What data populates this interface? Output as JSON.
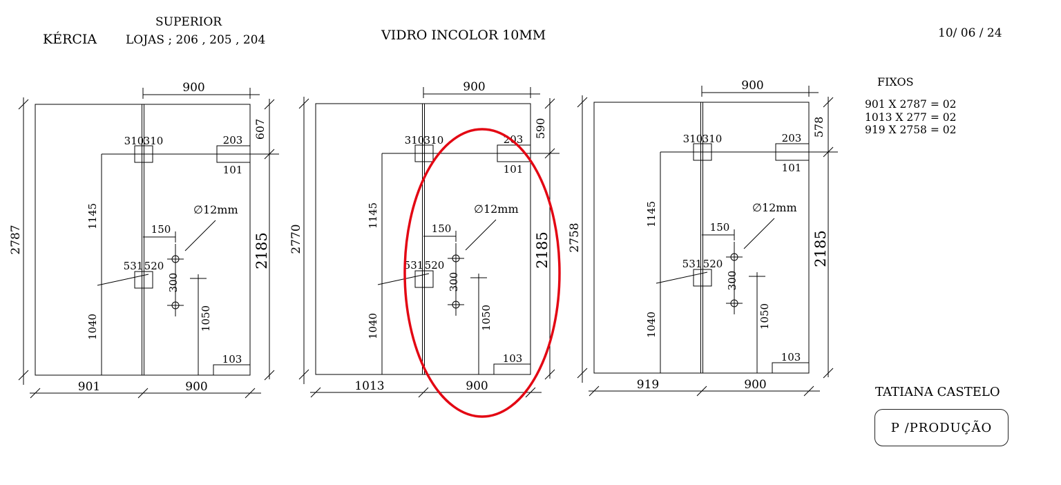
{
  "header": {
    "client": "KÉRCIA",
    "floor": "SUPERIOR",
    "stores": "LOJAS ; 206 , 205 , 204",
    "material": "VIDRO INCOLOR 10MM",
    "date": "10/ 06 / 24"
  },
  "panels": [
    {
      "width_left": "901",
      "width_right": "900",
      "top_width": "900",
      "total_height": "2787",
      "top_right_height": "607",
      "right_height": "2185",
      "notch_left": "310",
      "notch_right": "310",
      "hinge_top_w": "203",
      "hinge_top_h": "101",
      "left_dim_upper": "1145",
      "left_dim_lower": "1040",
      "offset_150": "150",
      "hole_label": "∅12mm",
      "lock_left": "531",
      "lock_right": "520",
      "hole_spacing": "300",
      "handle_height": "1050",
      "bottom_notch": "103"
    },
    {
      "width_left": "1013",
      "width_right": "900",
      "top_width": "900",
      "total_height": "2770",
      "top_right_height": "590",
      "right_height": "2185",
      "notch_left": "310",
      "notch_right": "310",
      "hinge_top_w": "203",
      "hinge_top_h": "101",
      "left_dim_upper": "1145",
      "left_dim_lower": "1040",
      "offset_150": "150",
      "hole_label": "∅12mm",
      "lock_left": "531",
      "lock_right": "520",
      "hole_spacing": "300",
      "handle_height": "1050",
      "bottom_notch": "103"
    },
    {
      "width_left": "919",
      "width_right": "900",
      "top_width": "900",
      "total_height": "2758",
      "top_right_height": "578",
      "right_height": "2185",
      "notch_left": "310",
      "notch_right": "310",
      "hinge_top_w": "203",
      "hinge_top_h": "101",
      "left_dim_upper": "1145",
      "left_dim_lower": "1040",
      "offset_150": "150",
      "hole_label": "∅12mm",
      "lock_left": "531",
      "lock_right": "520",
      "hole_spacing": "300",
      "handle_height": "1050",
      "bottom_notch": "103"
    }
  ],
  "fixos": {
    "title": "FIXOS",
    "lines": [
      "901 X 2787 = 02",
      "1013 X 277 = 02",
      "919 X 2758 = 02"
    ]
  },
  "signature": "TATIANA CASTELO",
  "stamp": "P /PRODUÇÃO",
  "colors": {
    "ink": "#000000",
    "highlight": "#e30613"
  }
}
